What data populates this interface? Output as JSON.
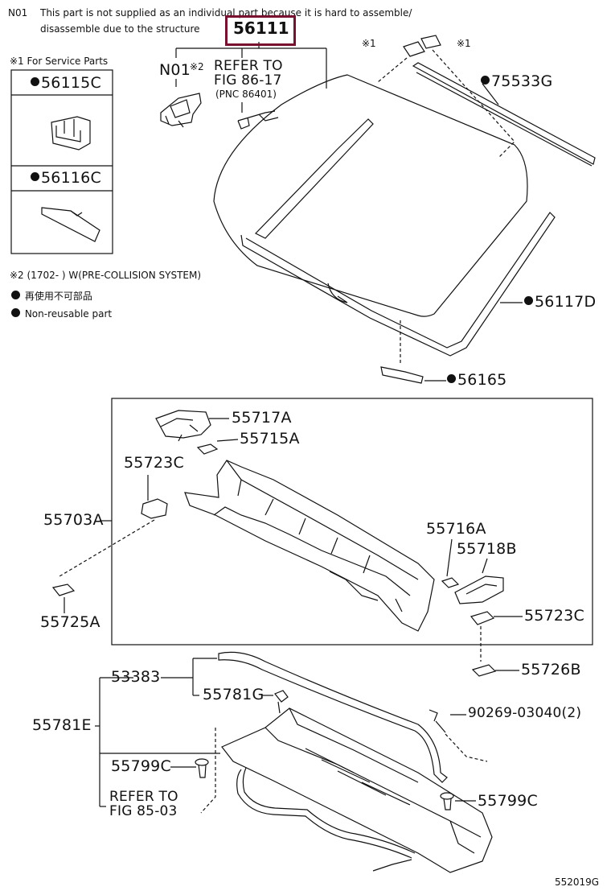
{
  "notes": {
    "n01_prefix": "N01",
    "n01_line1": "This part is not supplied as an individual part because it is hard to assemble/",
    "n01_line2": "disassemble due to the structure",
    "service_parts": "※1 For Service Parts",
    "note2": "※2 (1702-        ) W(PRE-COLLISION SYSTEM)",
    "legend_jp": "再使用不可部品",
    "legend_en": "Non-reusable part"
  },
  "service_box": {
    "part1": "56115C",
    "part2": "56116C"
  },
  "labels": {
    "main_part": "56111",
    "n01": "N01",
    "refer_mark": "※2",
    "refer_line1": "REFER TO",
    "refer_line2": "FIG 86-17",
    "refer_line3": "(PNC 86401)",
    "mark1_left": "※1",
    "mark1_right": "※1",
    "p75533G": "75533G",
    "p56117D": "56117D",
    "p56165": "56165",
    "p55717A": "55717A",
    "p55715A": "55715A",
    "p55723C_top": "55723C",
    "p55703A": "55703A",
    "p55725A": "55725A",
    "p55716A": "55716A",
    "p55718B": "55718B",
    "p55723C_right": "55723C",
    "p55726B": "55726B",
    "p53383": "53383",
    "p55781G": "55781G",
    "p55781E": "55781E",
    "p90269": "90269-03040(2)",
    "p55799C_left": "55799C",
    "p55799C_right": "55799C",
    "refer85_line1": "REFER TO",
    "refer85_line2": "FIG 85-03",
    "diagram_id": "552019G"
  },
  "colors": {
    "highlight": "#7a1030",
    "line": "#111111"
  }
}
